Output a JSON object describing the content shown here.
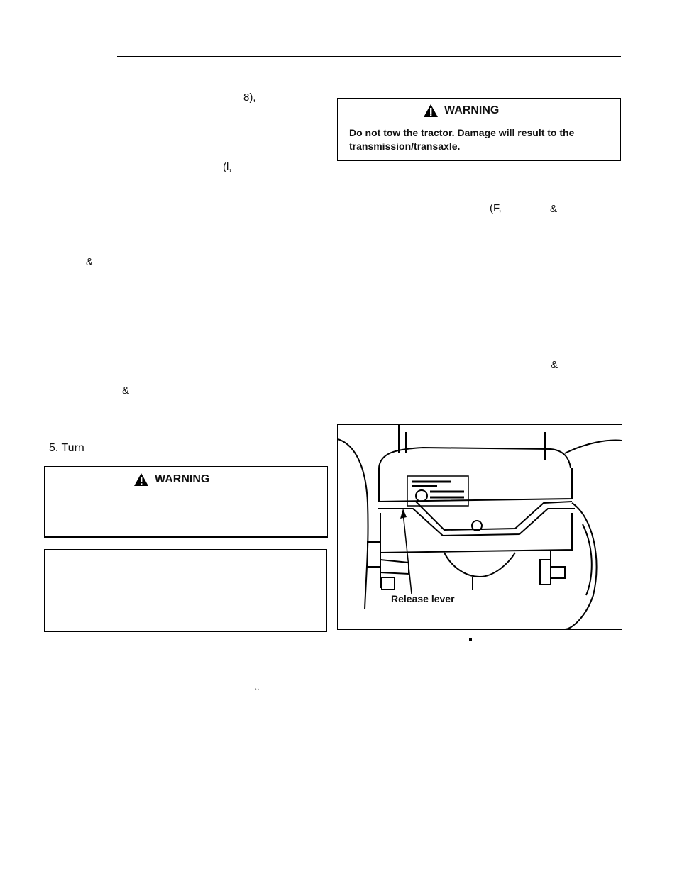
{
  "fragments": {
    "f1": "8),",
    "f2": "(l,",
    "f3": "&",
    "f4": "&",
    "f5": "5. Turn",
    "f6": "(F,",
    "f7": "&",
    "f8": "&",
    "f9": "ˎˎ"
  },
  "warning_top": {
    "heading": "WARNING",
    "body": "Do not tow the tractor. Damage will result to the transmission/transaxle."
  },
  "warning_left": {
    "heading": "WARNING"
  },
  "figure": {
    "callout": "Release lever"
  }
}
